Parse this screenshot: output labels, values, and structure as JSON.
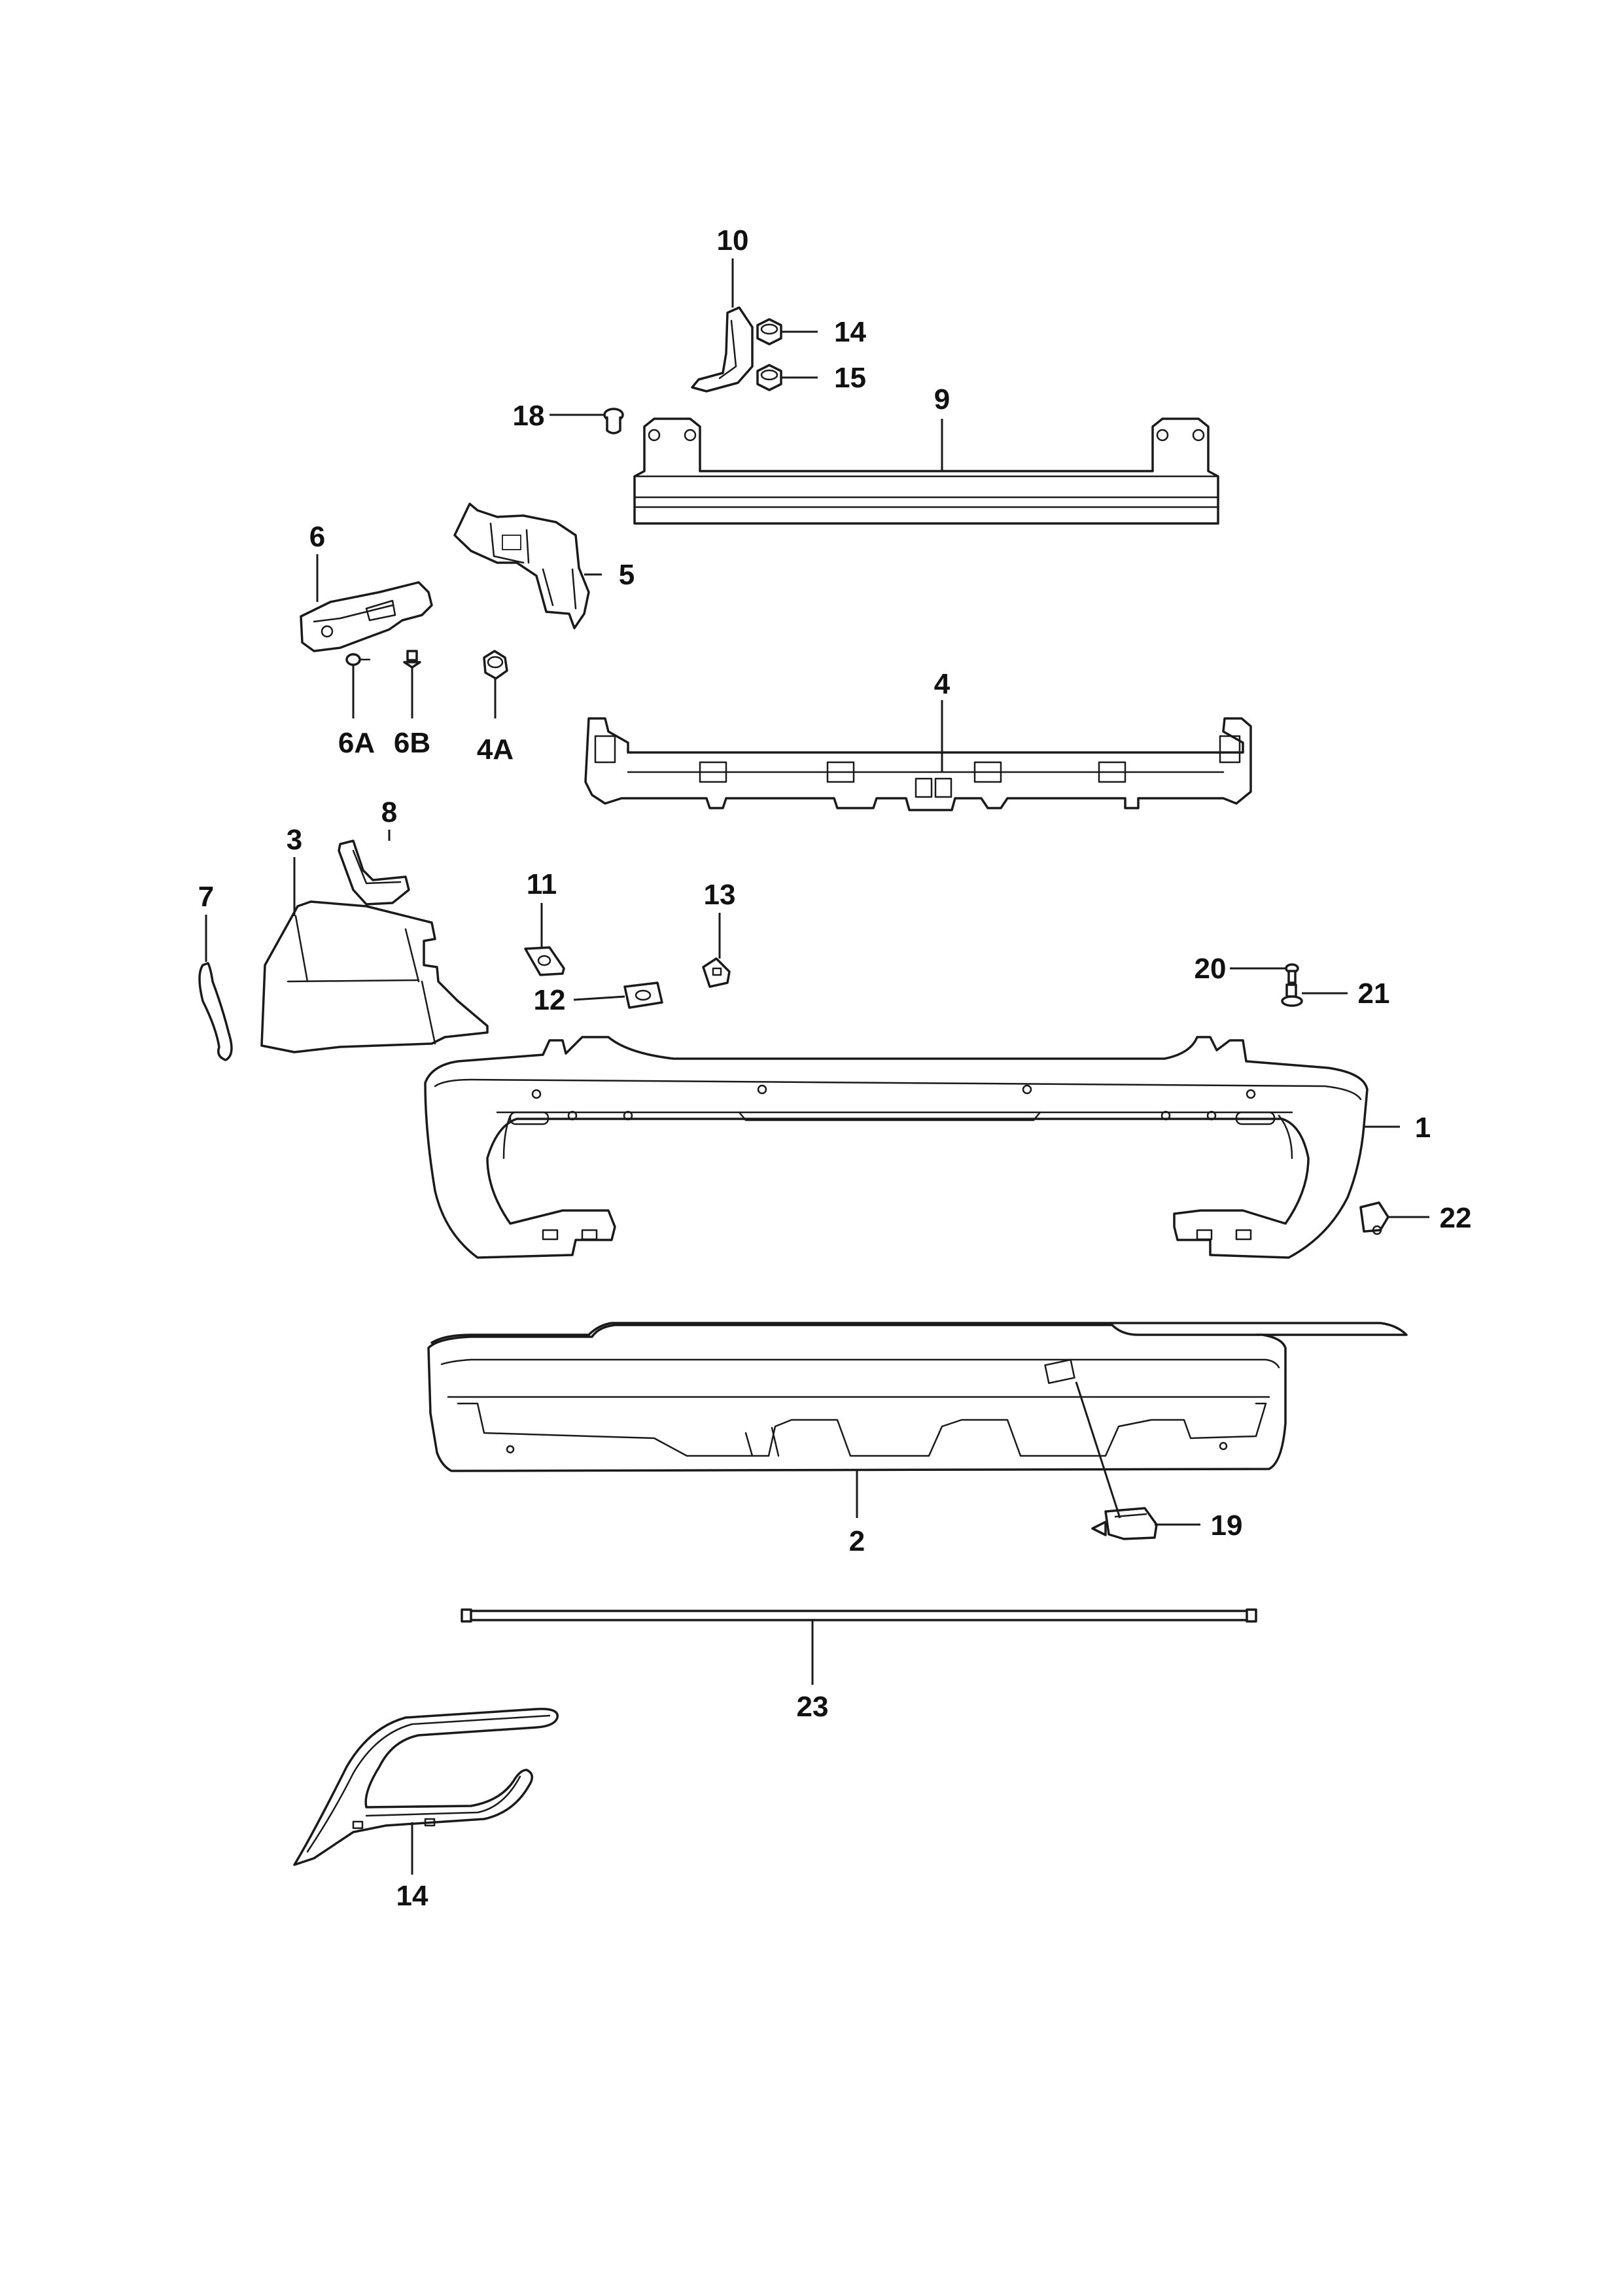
{
  "callouts": [
    {
      "id": "1",
      "text": "1"
    },
    {
      "id": "2",
      "text": "2"
    },
    {
      "id": "3",
      "text": "3"
    },
    {
      "id": "4",
      "text": "4"
    },
    {
      "id": "4A",
      "text": "4A"
    },
    {
      "id": "5",
      "text": "5"
    },
    {
      "id": "6",
      "text": "6"
    },
    {
      "id": "6A",
      "text": "6A"
    },
    {
      "id": "6B",
      "text": "6B"
    },
    {
      "id": "7",
      "text": "7"
    },
    {
      "id": "8",
      "text": "8"
    },
    {
      "id": "9",
      "text": "9"
    },
    {
      "id": "10",
      "text": "10"
    },
    {
      "id": "11",
      "text": "11"
    },
    {
      "id": "12",
      "text": "12"
    },
    {
      "id": "13",
      "text": "13"
    },
    {
      "id": "14a",
      "text": "14"
    },
    {
      "id": "14b",
      "text": "14"
    },
    {
      "id": "15",
      "text": "15"
    },
    {
      "id": "18",
      "text": "18"
    },
    {
      "id": "19",
      "text": "19"
    },
    {
      "id": "20",
      "text": "20"
    },
    {
      "id": "21",
      "text": "21"
    },
    {
      "id": "22",
      "text": "22"
    },
    {
      "id": "23",
      "text": "23"
    }
  ]
}
